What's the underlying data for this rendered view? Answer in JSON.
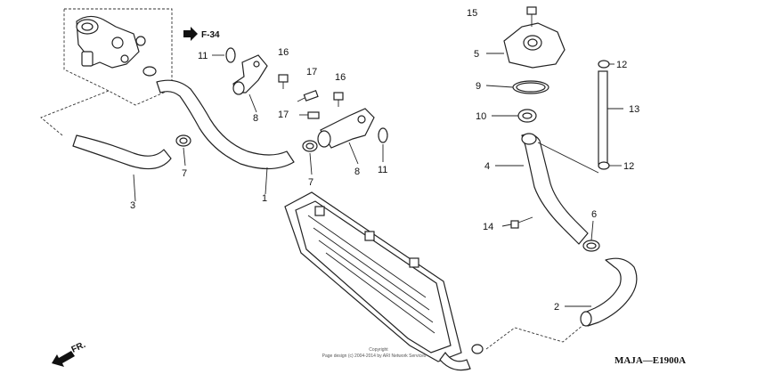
{
  "diagram": {
    "reference": "F-34",
    "code": "MAJA—E1900A",
    "direction_label": "FR.",
    "copyright_line1": "Copyright",
    "copyright_line2": "Page design (c) 2004-2014 by ARI Network Services",
    "callouts": {
      "p1": "1",
      "p2": "2",
      "p3": "3",
      "p4": "4",
      "p5": "5",
      "p6": "6",
      "p7a": "7",
      "p7b": "7",
      "p8a": "8",
      "p8b": "8",
      "p9": "9",
      "p10": "10",
      "p11a": "11",
      "p11b": "11",
      "p12a": "12",
      "p12b": "12",
      "p13": "13",
      "p14": "14",
      "p15": "15",
      "p16a": "16",
      "p16b": "16",
      "p17a": "17",
      "p17b": "17"
    }
  }
}
